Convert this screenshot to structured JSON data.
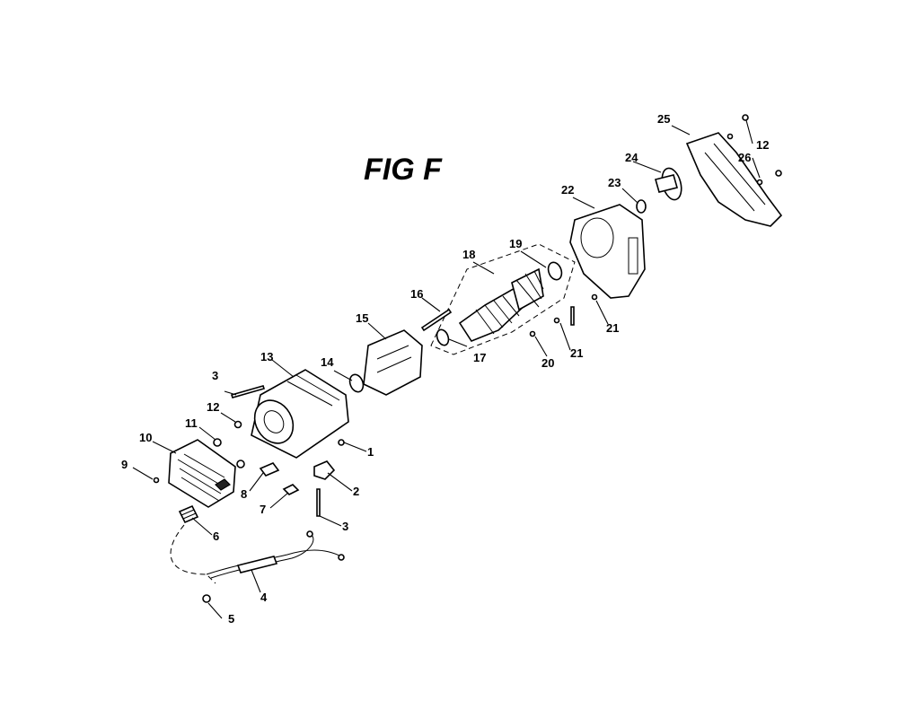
{
  "figure": {
    "title": "FIG F"
  },
  "callouts": {
    "c1": "1",
    "c2": "2",
    "c3a": "3",
    "c3b": "3",
    "c4": "4",
    "c5": "5",
    "c6": "6",
    "c7": "7",
    "c8": "8",
    "c9": "9",
    "c10": "10",
    "c11": "11",
    "c12a": "12",
    "c12b": "12",
    "c13": "13",
    "c14": "14",
    "c15": "15",
    "c16": "16",
    "c17": "17",
    "c18": "18",
    "c19": "19",
    "c20": "20",
    "c21a": "21",
    "c21b": "21",
    "c22": "22",
    "c23": "23",
    "c24": "24",
    "c25": "25",
    "c26": "26"
  }
}
